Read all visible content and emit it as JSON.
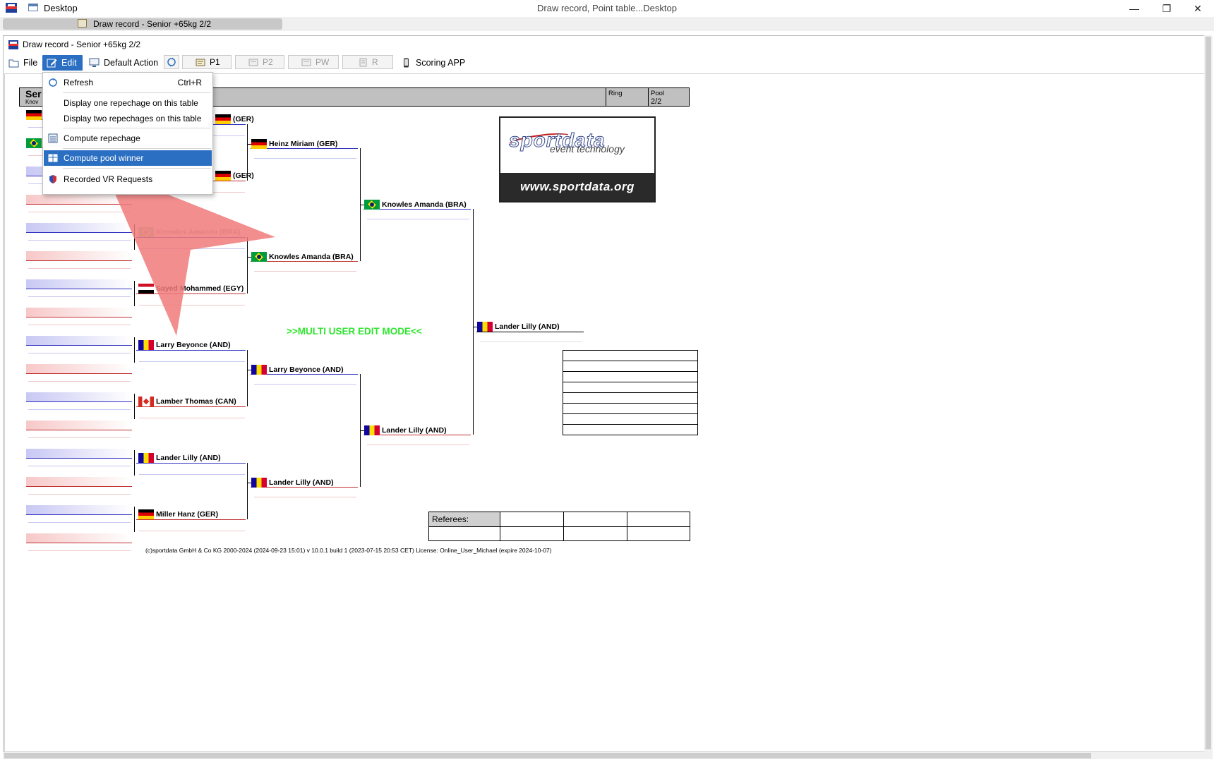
{
  "titlebar": {
    "title": "Desktop",
    "center_title": "Draw record, Point table...Desktop",
    "minimize": "—",
    "restore": "❐",
    "close": "✕"
  },
  "tab": {
    "label": "Draw record - Senior +65kg 2/2"
  },
  "document": {
    "title": "Draw record - Senior +65kg 2/2"
  },
  "toolbar": {
    "file": "File",
    "edit": "Edit",
    "default_action": "Default Action",
    "p1": "P1",
    "p2": "P2",
    "pw": "PW",
    "r": "R",
    "scoring_app": "Scoring APP"
  },
  "header": {
    "category": "Ser",
    "sub": "Knov",
    "ring_label": "Ring",
    "pool_label": "Pool",
    "pool_value": "2/2"
  },
  "menu": {
    "items": [
      {
        "label": "Refresh",
        "shortcut": "Ctrl+R",
        "icon": "refresh-icon"
      },
      {
        "label": "Display one repechage on this table"
      },
      {
        "label": "Display two repechages on this table"
      },
      {
        "label": "Compute repechage",
        "icon": "list-icon"
      },
      {
        "label": "Compute pool winner",
        "icon": "table-icon",
        "highlighted": true
      },
      {
        "label": "Recorded VR Requests",
        "icon": "shield-icon"
      }
    ]
  },
  "bracket": {
    "round1": [
      {
        "text": "(GER)",
        "flag": "ger",
        "partial": true
      },
      {
        "text": "(GER)",
        "flag": "ger",
        "partial": true
      },
      {
        "text": "Knowles Amanda (BRA)",
        "flag": "bra",
        "faded": true
      },
      {
        "text": "Sayed Mohammed (EGY)",
        "flag": "egy"
      },
      {
        "text": "Larry Beyonce (AND)",
        "flag": "and"
      },
      {
        "text": "Lamber Thomas (CAN)",
        "flag": "can"
      },
      {
        "text": "Lander Lilly (AND)",
        "flag": "and"
      },
      {
        "text": "Miller Hanz (GER)",
        "flag": "ger"
      }
    ],
    "round2": [
      {
        "text": "Heinz Miriam (GER)",
        "flag": "ger"
      },
      {
        "text": "Knowles Amanda (BRA)",
        "flag": "bra"
      },
      {
        "text": "Larry Beyonce (AND)",
        "flag": "and"
      },
      {
        "text": "Lander Lilly (AND)",
        "flag": "and"
      }
    ],
    "round3": [
      {
        "text": "Knowles Amanda (BRA)",
        "flag": "bra"
      },
      {
        "text": "Lander Lilly (AND)",
        "flag": "and"
      }
    ],
    "final": {
      "text": "Lander Lilly (AND)",
      "flag": "and"
    }
  },
  "logo": {
    "brand": "sportdata",
    "sub": "event technology",
    "url": "www.sportdata.org"
  },
  "multi_user": ">>MULTI USER EDIT MODE<<",
  "referees": {
    "label": "Referees:"
  },
  "footer": "(c)sportdata GmbH & Co KG 2000-2024 (2024-09-23 15:01)  v 10.0.1 build 1 (2023-07-15 20:53 CET) License: Online_User_Michael (expire 2024-10-07)",
  "colors": {
    "accent": "#2b6fc2",
    "multi_user": "#2ee62e",
    "blue_line": "#3030c0",
    "red_line": "#c03030"
  }
}
